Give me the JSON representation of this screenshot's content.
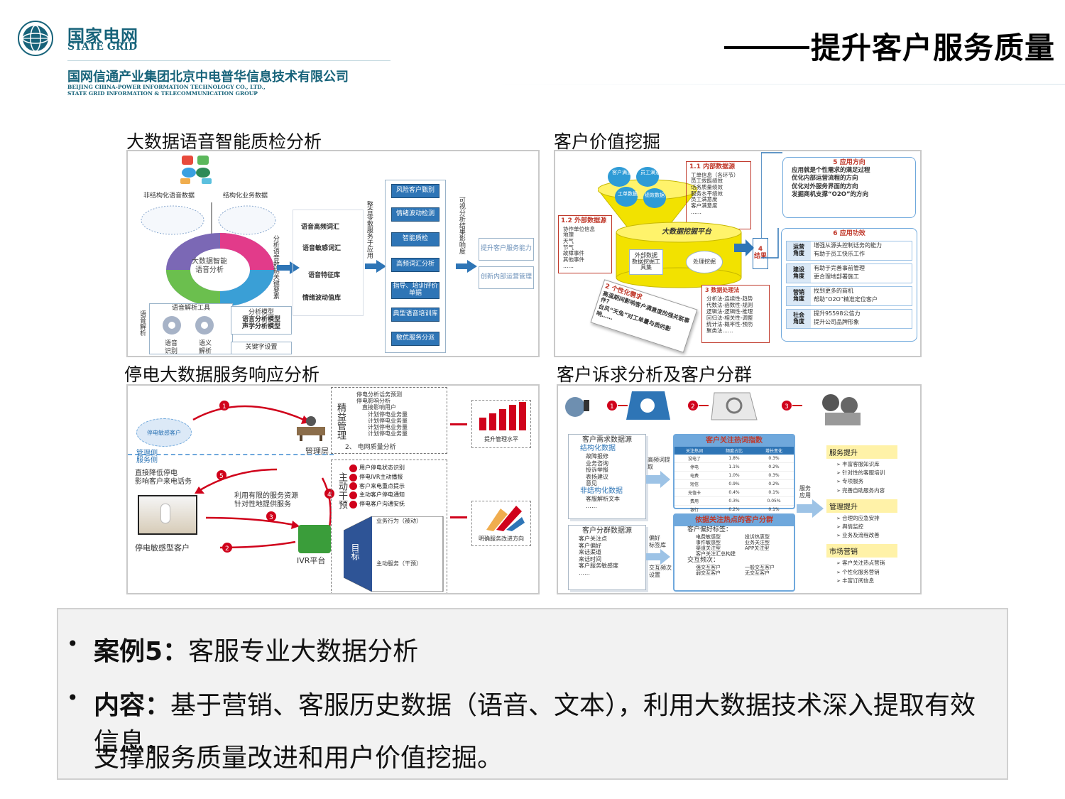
{
  "header": {
    "brand_cn": "国家电网",
    "brand_en": "STATE GRID",
    "company_cn": "国网信通产业集团北京中电普华信息技术有限公司",
    "company_en1": "BEIJING CHINA-POWER INFORMATION TECHNOLOGY CO., LTD.,",
    "company_en2": "STATE GRID INFORMATION & TELECOMMUNICATION GROUP",
    "title": "提升客户服务质量"
  },
  "panels": {
    "p1": {
      "label": "大数据语音智能质检分析",
      "unstructured": "非结构化语音数据",
      "structured": "结构化业务数据",
      "center": "大数据智能\n语音分析",
      "semantic_tools": "语音解析工具",
      "analysis_model": "分析模型",
      "voice_model": "语言分析模型\n声学分析模型",
      "keyword_setting": "关键字设置",
      "speech_rec": "语音\n识别",
      "semantic_parse": "语义\n解析",
      "side_label": "语音解析",
      "mid_items": [
        "语音高频词汇",
        "语音敏感词汇",
        "语音特征库",
        "情绪波动值库"
      ],
      "vertical1": "分析语音数据关键要素",
      "vertical2": "整合零散服务于应用",
      "vertical3": "可视分析结果影响度",
      "right_items": [
        "风险客户甄别",
        "情绪波动检测",
        "智能质检",
        "高频词汇分析",
        "指导、培训评价单据",
        "典型语音培训库",
        "敏优服务分派"
      ],
      "outcomes": [
        "提升客户服务能力",
        "创新内部运营管理"
      ]
    },
    "p2": {
      "label": "客户价值挖掘",
      "internal_title": "1.1 内部数据源",
      "internal_items": [
        "工单信息（各环节）",
        "员工效能绩效",
        "话务质量绩效",
        "服务水平绩效",
        "员工满意度",
        "客户满意度",
        "……"
      ],
      "external_title": "1.2 外部数据源",
      "external_items": [
        "协作单位信息",
        "地理",
        "天气",
        "节气",
        "故障事件",
        "其他事件",
        "……"
      ],
      "platform": "大数据挖掘平台",
      "external_data": "外部数据",
      "mining_tools": "数据挖掘工具集",
      "process": "处理挖掘",
      "results": "4\n结果",
      "app_direction_title": "5 应用方向",
      "app_direction_items": [
        "应用就是个性需求的满足过程",
        "优化内部运营流程的方向",
        "优化对外服务界面的方向",
        "发掘商机支撑“O2O”的方向"
      ],
      "effect_title": "6 应用功效",
      "effects": [
        {
          "angle": "运营\n角度",
          "items": [
            "增强从源头控制话务的能力",
            "有助于员工快乐工作"
          ]
        },
        {
          "angle": "建设\n角度",
          "items": [
            "有助于完善事前管理",
            "更合理地部署施工"
          ]
        },
        {
          "angle": "营销\n角度",
          "items": [
            "找到更多的商机",
            "帮助“O2O”精准定位客户"
          ]
        },
        {
          "angle": "社会\n角度",
          "items": [
            "提升95598公信力",
            "提升公司品牌形象"
          ]
        }
      ],
      "algo_title": "3 数据处理法",
      "algo_items": [
        "分析法-连续性-趋势",
        "代数法-函数性-规则",
        "逻辑法-逻辑性-推理",
        "回归法-相关性-调整",
        "统计法-概率性-预防",
        "聚类法……"
      ],
      "note_title": "2 个性化需求",
      "note_items": [
        "高温期间影响客户满意度的强关联事件？",
        "台风“天兔”对工单量与质的影响……"
      ],
      "funnel_items": [
        "客户满意度",
        "员工满意度",
        "工单数据",
        "绩效数据"
      ]
    },
    "p3": {
      "label": "停电大数据服务响应分析",
      "fine_mgmt": "精益管理",
      "fine_items": [
        "停电分析话务预测",
        "停电影响分析",
        "直接影响用户",
        "计划停电业务量",
        "计划停电业务量",
        "计划停电业务量",
        "计划停电业务量"
      ],
      "grid_quality": "2、 电网质量分析",
      "mgmt_side": "管理侧",
      "service_side": "服务侧",
      "mgmt_layer": "管理层",
      "improve_mgmt": "提升管理水平",
      "left_box": "停电敏感客户",
      "direct_reduce": "直接降低停电\n影响客户来电话务",
      "limited_res": "利用有限的服务资源\n针对性地提供服务",
      "sensitive_customers": "停电敏感型客户",
      "ivr": "IVR平台",
      "proactive": "主动干预",
      "proactive_items": [
        "用户停电状态识别",
        "停电IVR主动播报",
        "客户来电重点提示",
        "主动客户停电通知",
        "停电客户沟通安抚"
      ],
      "goal": "目标",
      "biz_behavior": "业务行为（被动）",
      "active_service": "主动服务（干预）",
      "clarify": "明确服务改进方向"
    },
    "p4": {
      "label": "客户诉求分析及客户分群",
      "source_title": "客户需求数据源",
      "structured": "结构化数据",
      "structured_items": [
        "故障报修",
        "业务咨询",
        "投诉举报",
        "表扬建议",
        "意见"
      ],
      "unstructured": "非结构化数据",
      "unstructured_items": [
        "客服解析文本",
        "……"
      ],
      "hot_word_extract": "高频词提取",
      "hot_index_title": "客户关注热词指数",
      "hot_table_headers": [
        "关注热词",
        "频度占比",
        "增长变化"
      ],
      "hot_table_rows": [
        [
          "没电了",
          "1.8%",
          "0.3%"
        ],
        [
          "停电",
          "1.1%",
          "0.2%"
        ],
        [
          "电费",
          "1.0%",
          "0.3%"
        ],
        [
          "短信",
          "0.9%",
          "0.2%"
        ],
        [
          "充值卡",
          "0.4%",
          "0.1%"
        ],
        [
          "费用",
          "0.3%",
          "0.05%"
        ],
        [
          "银行",
          "0.2%",
          "0.1%"
        ]
      ],
      "service_app": "服务\n应用",
      "cluster_title": "依据关注热点的客户分群",
      "cluster_sub": "客户偏好标签：",
      "cluster_tags": [
        "电费敏感型",
        "投诉热衷型",
        "事件敏感型",
        "业务关注型",
        "渠道关注型",
        "APP关注型",
        "客户关注汇总构建"
      ],
      "interaction": "交互频次：",
      "interaction_tags": [
        "强交互客户",
        "一般交互客户",
        "弱交互客户",
        "无交互客户"
      ],
      "segment_source_title": "客户分群数据源",
      "segment_items": [
        "客户关注点",
        "客户偏好",
        "来话渠道",
        "来话时间",
        "客户服务敏感度",
        "……"
      ],
      "preference_lib": "偏好\n标签库",
      "interaction_setting": "交互频次\n设置",
      "right_groups": [
        {
          "title": "服务提升",
          "items": [
            "丰富客服知识库",
            "针对性的客服培训",
            "专项服务",
            "完善自助服务内容"
          ]
        },
        {
          "title": "管理提升",
          "items": [
            "合理的应急安排",
            "舆情监控",
            "业务及流程改善"
          ]
        },
        {
          "title": "市场营销",
          "items": [
            "客户关注热点营销",
            "个性化服务营销",
            "丰富订阅信息"
          ]
        }
      ]
    }
  },
  "bottom": {
    "case_label": "案例5：",
    "case_text": "客服专业大数据分析",
    "content_label": "内容：",
    "content_text1": "基于营销、客服历史数据（语音、文本），利用大数据技术深入提取有效信息，",
    "content_text2": "支撑服务质量改进和用户价值挖掘。"
  }
}
